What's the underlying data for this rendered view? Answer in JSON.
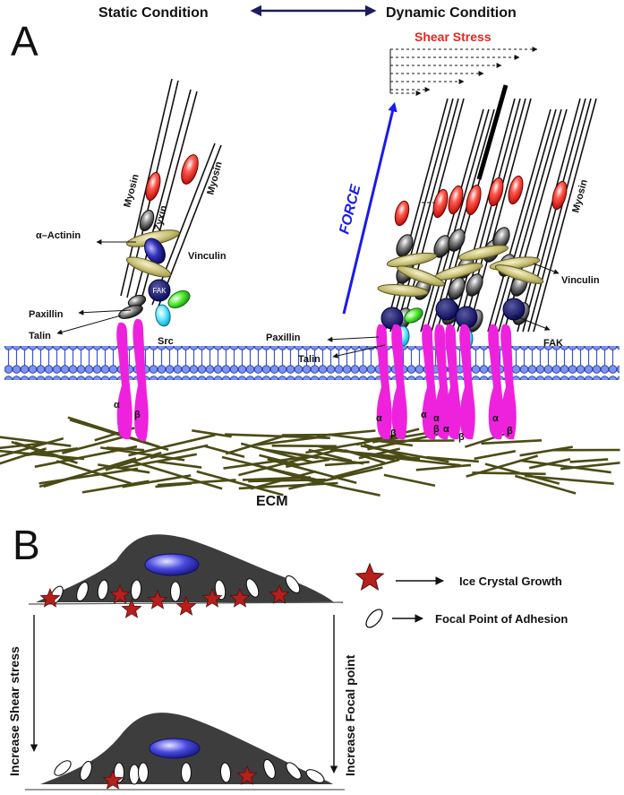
{
  "header": {
    "static": "Static Condition",
    "dynamic": "Dynamic Condition"
  },
  "panelA": {
    "letter": "A",
    "shear": "Shear Stress",
    "force": "FORCE",
    "ecm": "ECM",
    "left": {
      "myosin1": "Myosin",
      "myosin2": "Myosin",
      "zyxin": "Zyxin",
      "actinin": "α–Actinin",
      "vinculin": "Vinculin",
      "fak": "FAK",
      "paxillin": "Paxillin",
      "talin": "Talin",
      "src": "Src",
      "alpha": "α",
      "beta": "β"
    },
    "right": {
      "myosin": "Myosin",
      "vinculin": "Vinculin",
      "fak": "FAK",
      "paxillin": "Paxillin",
      "talin": "Talin",
      "a1": "α",
      "b1": "β",
      "a2": "α",
      "a3": "α",
      "b2": "β",
      "b3": "β",
      "a4": "α",
      "b4": "β",
      "a5": "α",
      "b5": "β"
    }
  },
  "panelB": {
    "letter": "B",
    "left_axis": "Increase Shear stress",
    "right_axis": "Increase Focal point",
    "legend_star": "Ice Crystal Growth",
    "legend_ellipse": "Focal Point of Adhesion"
  },
  "colors": {
    "magenta": "#ee22dd",
    "red": "#e8261f",
    "olive": "#b8b060",
    "blue": "#1a1aaa",
    "membrane": "#6e8bf0",
    "ecm": "#4a4a18",
    "cell": "#3d3d3d",
    "star": "#b5201c"
  }
}
